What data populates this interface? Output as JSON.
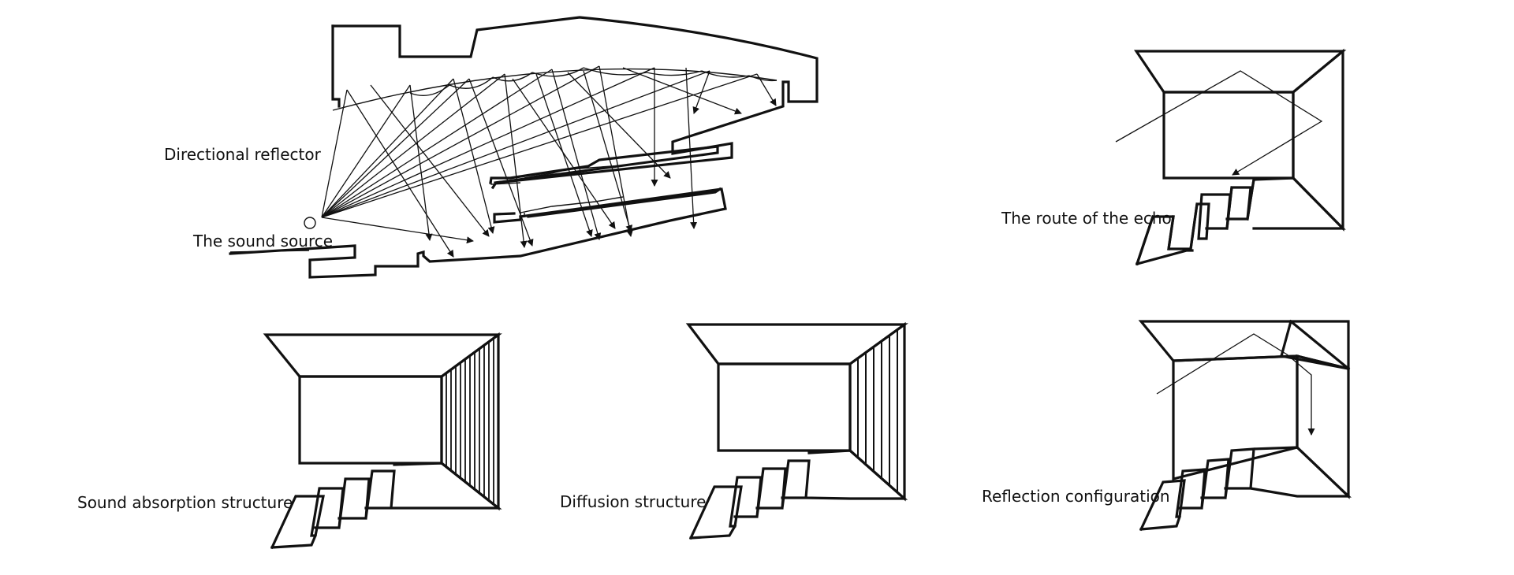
{
  "labels": {
    "directional_reflector": "Directional reflector",
    "sound_source": "The sound source",
    "echo_route": "The route of the echo",
    "absorption": "Sound absorption structure",
    "diffusion": "Diffusion structure",
    "reflection": "Reflection configuration"
  },
  "colors": {
    "ink": "#111111",
    "background": "#ffffff"
  }
}
